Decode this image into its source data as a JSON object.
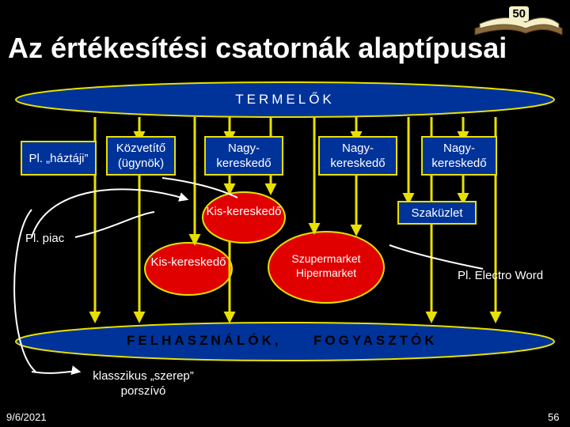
{
  "slide": {
    "title": "Az értékesítési csatornák alaptípusai",
    "page_badge": "50",
    "date": "9/6/2021",
    "page_number": "56"
  },
  "producers": {
    "label": "TERMELŐK"
  },
  "consumers": {
    "label_left": "FELHASZNÁLÓK,",
    "label_right": "FOGYASZTÓK"
  },
  "nodes": {
    "haztaji": "Pl. „háztáji”",
    "kozvetito": "Közvetítő (ügynök)",
    "nagyker1": "Nagy-kereskedő",
    "nagyker2": "Nagy-kereskedő",
    "nagyker3": "Nagy-kereskedő",
    "kisker_top": "Kis-kereskedő",
    "szakuzlet": "Szaküzlet",
    "piac": "Pl. piac",
    "kisker_bottom": "Kis-kereskedő",
    "szupermarket": "Szupermarket Hipermarket",
    "electro": "Pl. Electro Word",
    "klasszikus": "klasszikus „szerep” porszívó"
  },
  "colors": {
    "accent": "#e8e000",
    "blue": "#003399",
    "red": "#e00000",
    "arrow_white": "#ffffff"
  }
}
